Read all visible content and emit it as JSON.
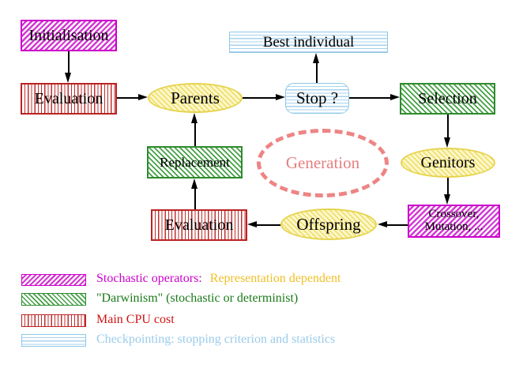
{
  "nodes": {
    "initialisation": {
      "label": "Initialisation"
    },
    "evaluation_top": {
      "label": "Evaluation"
    },
    "parents": {
      "label": "Parents"
    },
    "best_individual": {
      "label": "Best individual"
    },
    "stop": {
      "label": "Stop ?"
    },
    "selection": {
      "label": "Selection"
    },
    "genitors": {
      "label": "Genitors"
    },
    "crossover_mutation": {
      "line1": "Crossover,",
      "line2": "Mutation, ..."
    },
    "offspring": {
      "label": "Offspring"
    },
    "evaluation_bottom": {
      "label": "Evaluation"
    },
    "replacement": {
      "label": "Replacement"
    },
    "generation": {
      "label": "Generation"
    }
  },
  "legend": {
    "items": [
      {
        "swatch": "magenta-hatch",
        "label": "Stochastic operators:",
        "label2": "Representation dependent",
        "label_color": "#cc00cc",
        "label2_color": "#f0c028"
      },
      {
        "swatch": "green-hatch",
        "label": "\"Darwinism\" (stochastic or determinist)",
        "label_color": "#1a7a1a"
      },
      {
        "swatch": "red-stripes",
        "label": "Main CPU cost",
        "label_color": "#cc1515"
      },
      {
        "swatch": "cyan-stripes",
        "label": "Checkpointing: stopping criterion and statistics",
        "label_color": "#9accec"
      }
    ]
  },
  "colors": {
    "magenta": "#cc00cc",
    "green": "#2e8b2e",
    "red": "#bb2222",
    "cyan": "#8ec8e8",
    "yellow_fill": "#fdf7cc",
    "yellow_border": "#e6d44e",
    "salmon": "#ee8484",
    "arrow": "#000000",
    "background": "#ffffff"
  }
}
